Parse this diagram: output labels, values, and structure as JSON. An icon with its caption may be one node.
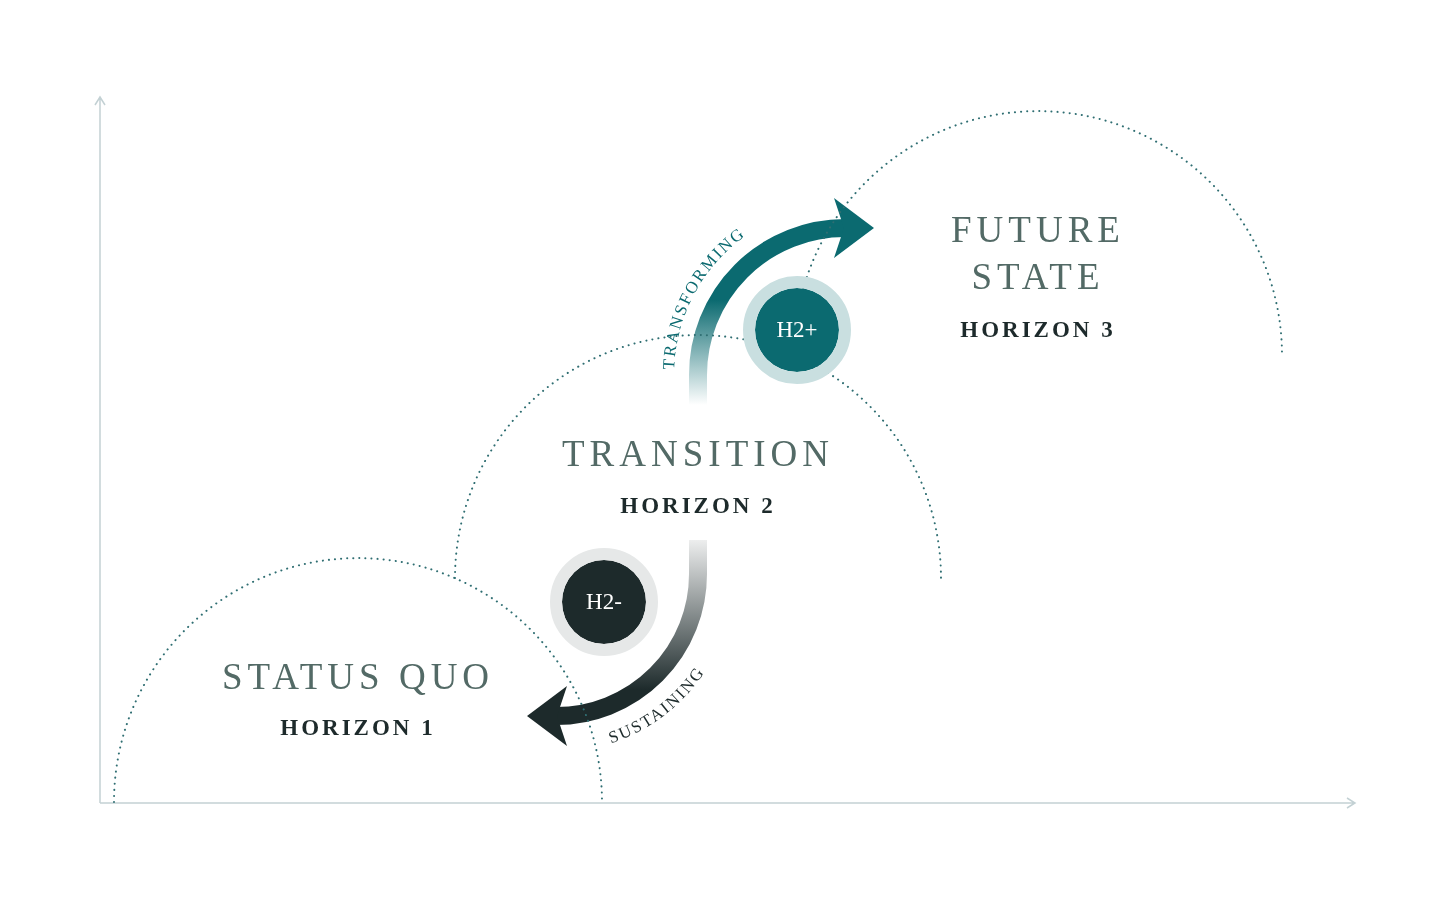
{
  "diagram": {
    "nodes": [
      {
        "text": [
          "STATUS QUO",
          "HORIZON 1"
        ]
      },
      {
        "text": [
          "TRANSITION",
          "HORIZON 2"
        ]
      },
      {
        "text": [
          "FUTURE STATE",
          "HORIZON 3"
        ]
      },
      {
        "text": [
          "H2-"
        ]
      },
      {
        "text": [
          "H2+"
        ]
      }
    ],
    "edges": [
      {
        "from": 1,
        "to": 2,
        "arrow": "to",
        "label": "TRANSFORMING",
        "color": "#0b6a70"
      },
      {
        "from": 1,
        "to": 0,
        "arrow": "to",
        "label": "SUSTAINING",
        "color": "#1d2a2b"
      }
    ]
  }
}
